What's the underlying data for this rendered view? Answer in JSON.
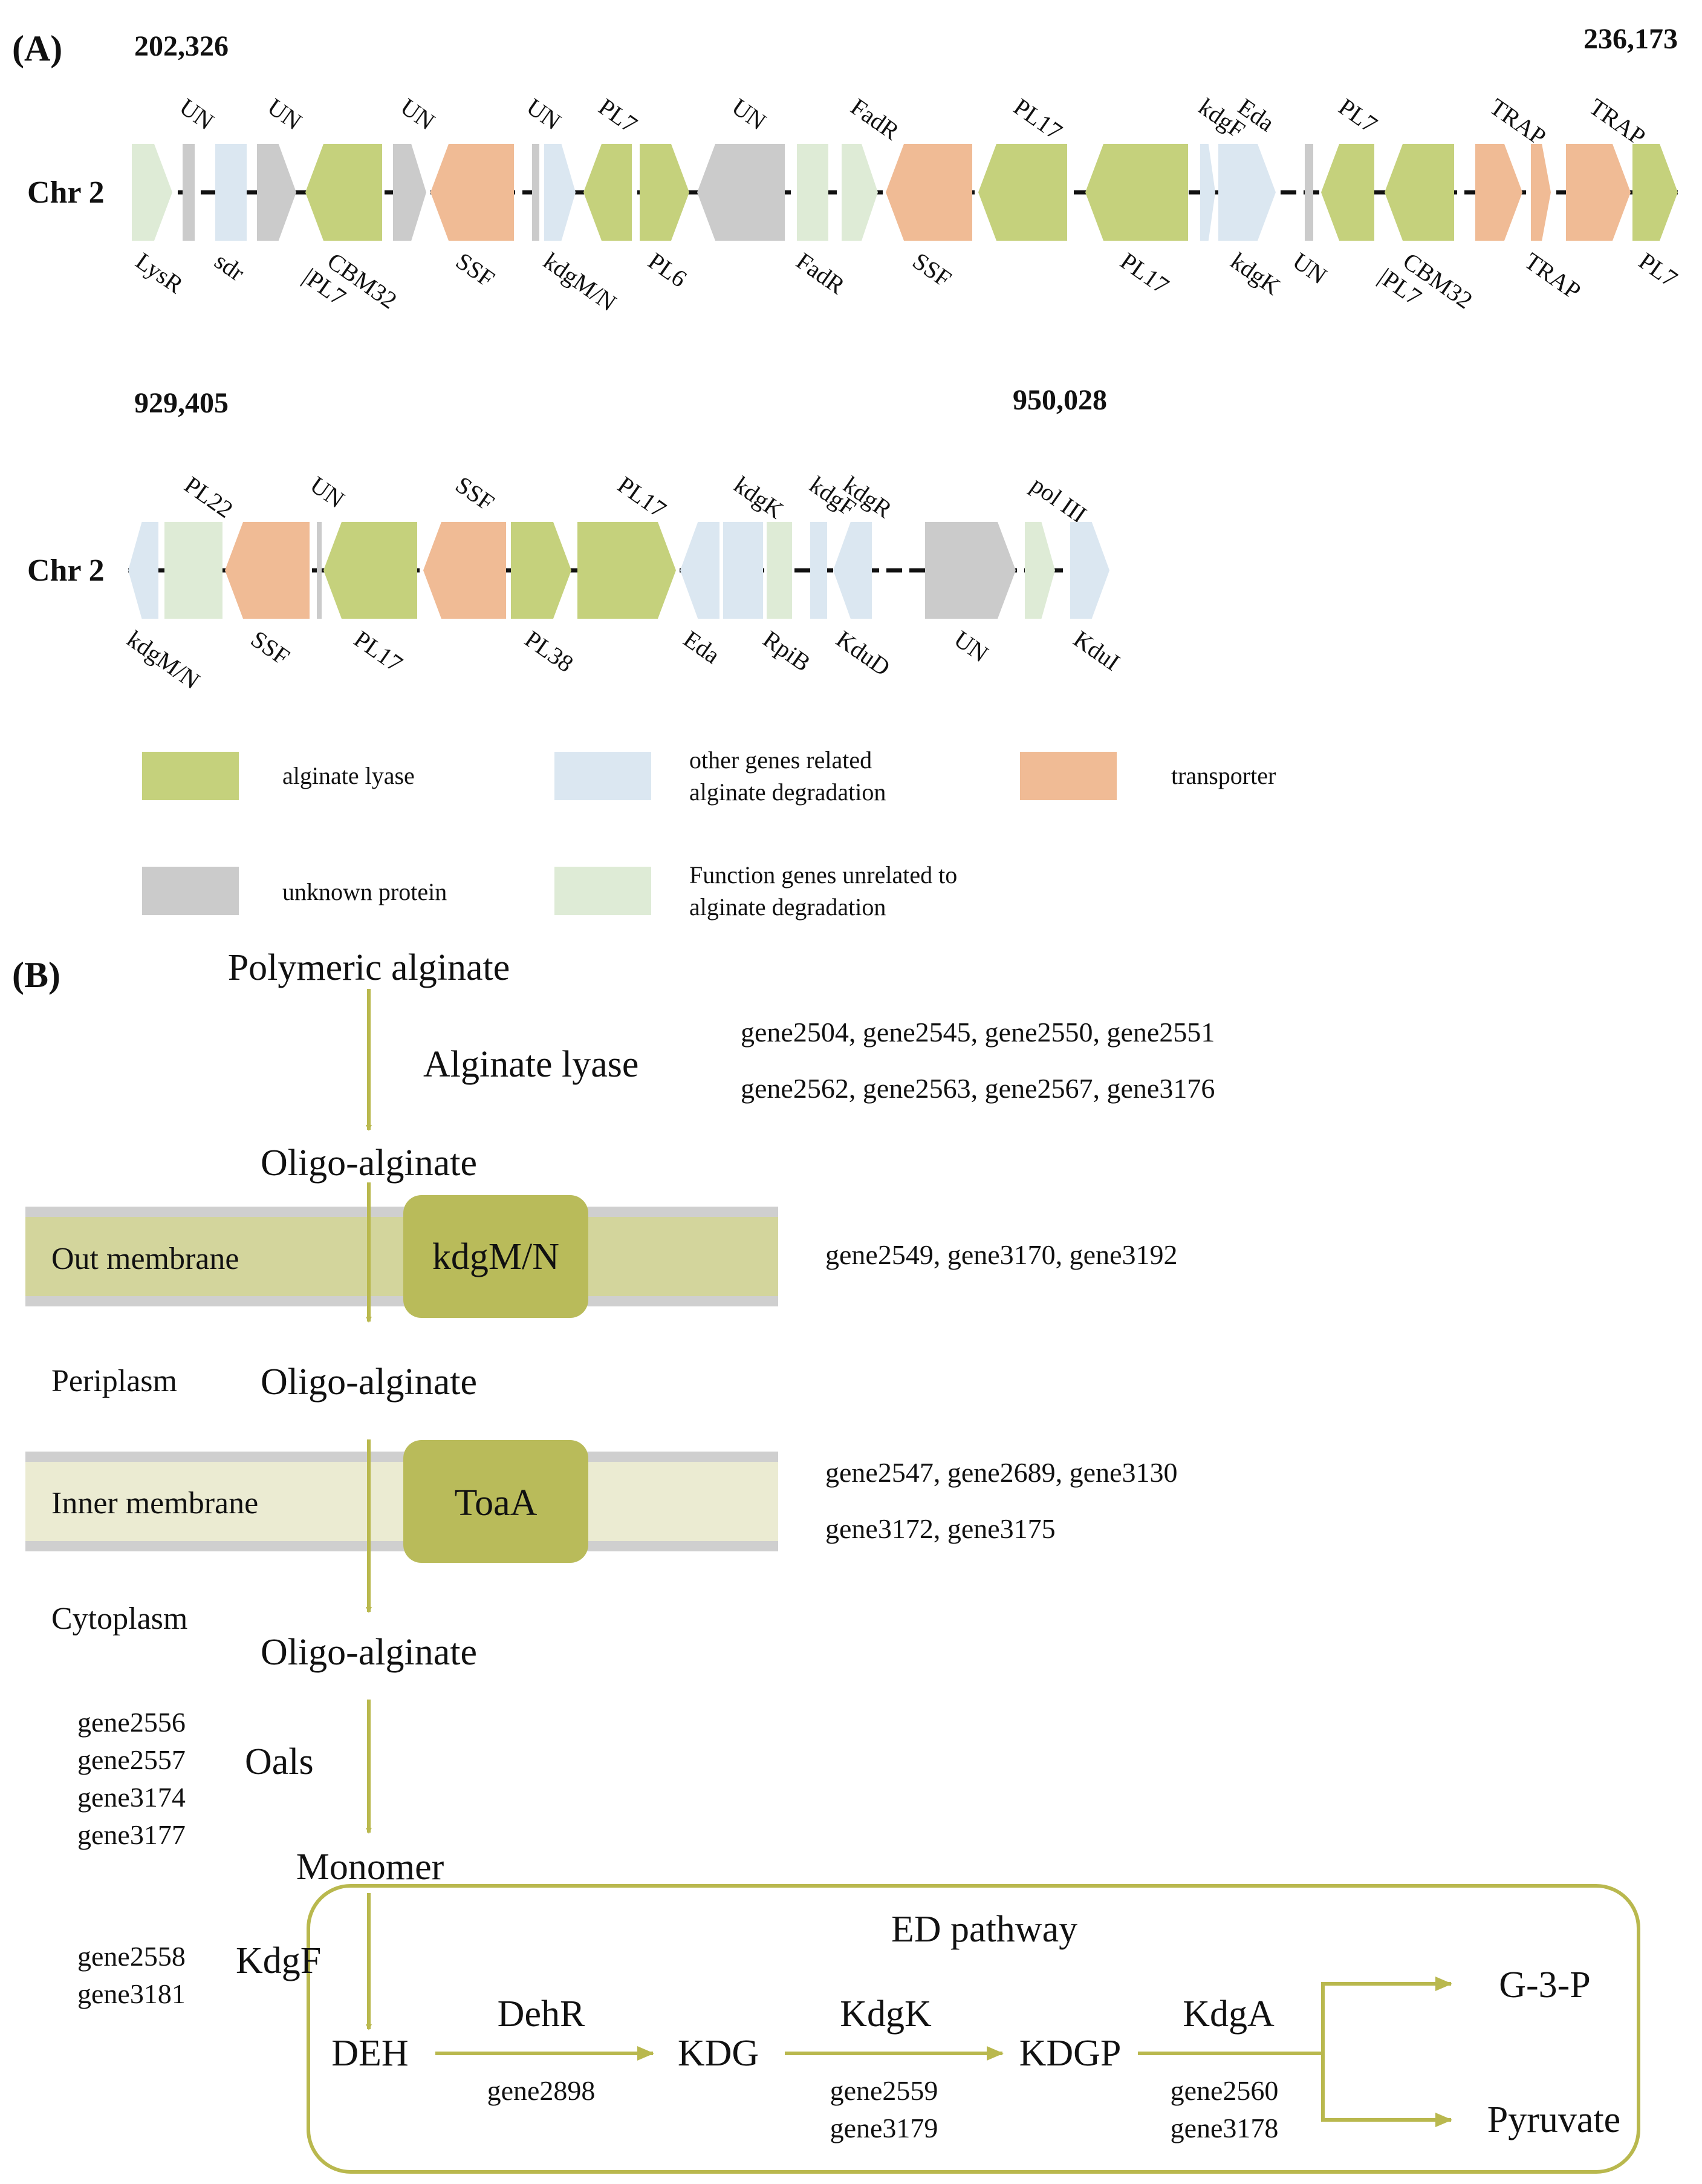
{
  "colors": {
    "alginate_lyase": "#c5d17c",
    "other_related": "#dbe7f1",
    "transporter": "#f0bb95",
    "unknown": "#cbcbcb",
    "unrelated": "#deebd6",
    "arrow": "#b9b84e",
    "outer_membrane": "#d3d59c",
    "inner_membrane": "#ebebd2",
    "membrane_border": "#cfcfcf",
    "protein_box": "#b9bb5a",
    "ed_box": "#b9b84e"
  },
  "panelA": {
    "label": "(A)",
    "track1": {
      "chr": "Chr 2",
      "start": "202,326",
      "end": "236,173",
      "genes": [
        {
          "type": "unrelated",
          "dir": "right",
          "top": "",
          "bottom": "LysR"
        },
        {
          "type": "unknown",
          "dir": "none",
          "top": "UN",
          "bottom": ""
        },
        {
          "type": "other_related",
          "dir": "none",
          "top": "",
          "bottom": "sdr"
        },
        {
          "type": "unknown",
          "dir": "right",
          "top": "UN",
          "bottom": ""
        },
        {
          "type": "alginate_lyase",
          "dir": "left",
          "top": "",
          "bottom": "CBM32\n|PL7"
        },
        {
          "type": "unknown",
          "dir": "right",
          "top": "UN",
          "bottom": ""
        },
        {
          "type": "transporter",
          "dir": "left",
          "top": "",
          "bottom": "SSF"
        },
        {
          "type": "unknown",
          "dir": "none",
          "top": "UN",
          "bottom": ""
        },
        {
          "type": "other_related",
          "dir": "right",
          "top": "",
          "bottom": "kdgM/N"
        },
        {
          "type": "alginate_lyase",
          "dir": "left",
          "top": "PL7",
          "bottom": ""
        },
        {
          "type": "alginate_lyase",
          "dir": "right",
          "top": "",
          "bottom": "PL6"
        },
        {
          "type": "unknown",
          "dir": "left",
          "top": "UN",
          "bottom": ""
        },
        {
          "type": "unrelated",
          "dir": "none",
          "top": "",
          "bottom": "FadR"
        },
        {
          "type": "unrelated",
          "dir": "right",
          "top": "FadR",
          "bottom": ""
        },
        {
          "type": "transporter",
          "dir": "left",
          "top": "",
          "bottom": "SSF"
        },
        {
          "type": "alginate_lyase",
          "dir": "left",
          "top": "PL17",
          "bottom": ""
        },
        {
          "type": "alginate_lyase",
          "dir": "left",
          "top": "",
          "bottom": "PL17"
        },
        {
          "type": "other_related",
          "dir": "right",
          "top": "kdgF",
          "bottom": ""
        },
        {
          "type": "other_related",
          "dir": "right",
          "top": "Eda",
          "bottom": "kdgK"
        },
        {
          "type": "unknown",
          "dir": "none",
          "top": "",
          "bottom": "UN"
        },
        {
          "type": "alginate_lyase",
          "dir": "left",
          "top": "PL7",
          "bottom": ""
        },
        {
          "type": "alginate_lyase",
          "dir": "left",
          "top": "",
          "bottom": "CBM32\n|PL7"
        },
        {
          "type": "transporter",
          "dir": "right",
          "top": "TRAP",
          "bottom": ""
        },
        {
          "type": "transporter",
          "dir": "right",
          "top": "",
          "bottom": "TRAP"
        },
        {
          "type": "transporter",
          "dir": "right",
          "top": "TRAP",
          "bottom": ""
        },
        {
          "type": "alginate_lyase",
          "dir": "right",
          "top": "",
          "bottom": "PL7"
        }
      ]
    },
    "track2": {
      "chr": "Chr 2",
      "start": "929,405",
      "end": "950,028",
      "genes": [
        {
          "type": "other_related",
          "dir": "left",
          "top": "",
          "bottom": "kdgM/N"
        },
        {
          "type": "unrelated",
          "dir": "none",
          "top": "PL22",
          "bottom": ""
        },
        {
          "type": "transporter",
          "dir": "left",
          "top": "",
          "bottom": "SSF"
        },
        {
          "type": "unknown",
          "dir": "none",
          "top": "UN",
          "bottom": ""
        },
        {
          "type": "alginate_lyase",
          "dir": "left",
          "top": "",
          "bottom": "PL17"
        },
        {
          "type": "transporter",
          "dir": "left",
          "top": "SSF",
          "bottom": ""
        },
        {
          "type": "alginate_lyase",
          "dir": "right",
          "top": "",
          "bottom": "PL38"
        },
        {
          "type": "alginate_lyase",
          "dir": "right",
          "top": "PL17",
          "bottom": ""
        },
        {
          "type": "other_related",
          "dir": "left",
          "top": "",
          "bottom": "Eda"
        },
        {
          "type": "other_related",
          "dir": "none",
          "top": "kdgK",
          "bottom": ""
        },
        {
          "type": "unrelated",
          "dir": "none",
          "top": "",
          "bottom": "RpiB"
        },
        {
          "type": "other_related",
          "dir": "none",
          "top": "kdgF",
          "bottom": ""
        },
        {
          "type": "other_related",
          "dir": "left",
          "top": "kdgR",
          "bottom": "KduD"
        },
        {
          "type": "unknown",
          "dir": "right",
          "top": "",
          "bottom": "UN"
        },
        {
          "type": "unrelated",
          "dir": "right",
          "top": "pol III",
          "bottom": ""
        },
        {
          "type": "other_related",
          "dir": "right",
          "top": "",
          "bottom": "KduI"
        }
      ]
    },
    "legend": [
      {
        "type": "alginate_lyase",
        "text": "alginate lyase"
      },
      {
        "type": "other_related",
        "text": "other genes related\nalginate degradation"
      },
      {
        "type": "transporter",
        "text": "transporter"
      },
      {
        "type": "unknown",
        "text": "unknown protein"
      },
      {
        "type": "unrelated",
        "text": "Function genes unrelated to\nalginate degradation"
      }
    ]
  },
  "panelB": {
    "label": "(B)",
    "polymeric": "Polymeric alginate",
    "alginate_lyase": "Alginate lyase",
    "lyase_genes_1": "gene2504, gene2545, gene2550, gene2551",
    "lyase_genes_2": "gene2562, gene2563, gene2567, gene3176",
    "oligo1": "Oligo-alginate",
    "out_membrane": "Out membrane",
    "kdgmn": "kdgM/N",
    "kdgmn_genes": "gene2549, gene3170, gene3192",
    "periplasm": "Periplasm",
    "oligo2": "Oligo-alginate",
    "inner_membrane": "Inner membrane",
    "toaa": "ToaA",
    "toaa_genes_1": "gene2547, gene2689, gene3130",
    "toaa_genes_2": "gene3172, gene3175",
    "cytoplasm": "Cytoplasm",
    "oligo3": "Oligo-alginate",
    "oals_genes": [
      "gene2556",
      "gene2557",
      "gene3174",
      "gene3177"
    ],
    "oals": "Oals",
    "monomer": "Monomer",
    "kdgf_genes": [
      "gene2558",
      "gene3181"
    ],
    "kdgf": "KdgF",
    "ed_pathway": "ED pathway",
    "deh": "DEH",
    "dehr": "DehR",
    "dehr_genes": [
      "gene2898"
    ],
    "kdg": "KDG",
    "kdgk": "KdgK",
    "kdgk_genes": [
      "gene2559",
      "gene3179"
    ],
    "kdgp": "KDGP",
    "kdga": "KdgA",
    "kdga_genes": [
      "gene2560",
      "gene3178"
    ],
    "g3p": "G-3-P",
    "pyruvate": "Pyruvate"
  }
}
